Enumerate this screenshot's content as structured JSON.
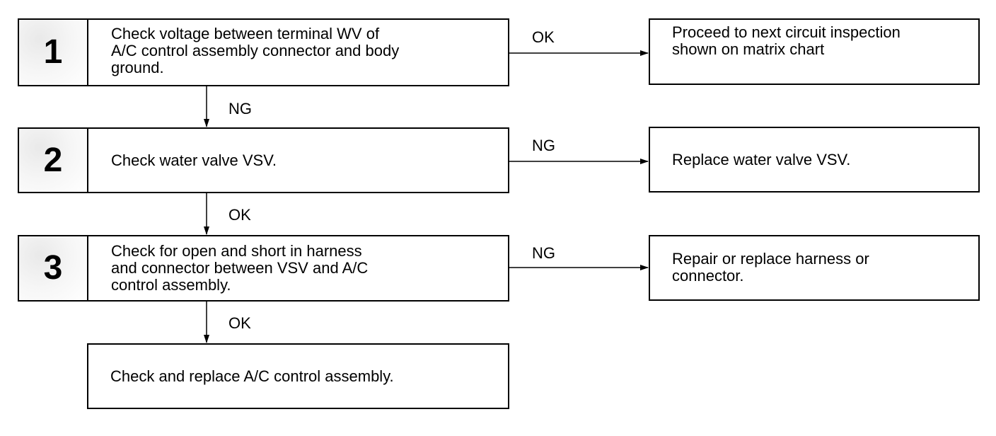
{
  "steps": [
    {
      "number": "1",
      "text": "Check voltage between terminal WV of\nA/C control assembly connector and body\nground."
    },
    {
      "number": "2",
      "text": "Check water valve VSV."
    },
    {
      "number": "3",
      "text": "Check for open and short in harness\nand connector between VSV and A/C\ncontrol assembly."
    }
  ],
  "results": [
    {
      "text": "Proceed to next circuit inspection\nshown on matrix chart"
    },
    {
      "text": "Replace water valve VSV."
    },
    {
      "text": "Repair or replace harness or\nconnector."
    }
  ],
  "final": {
    "text": "Check and replace A/C control assembly."
  },
  "labels": {
    "step1_right": "OK",
    "step1_down": "NG",
    "step2_right": "NG",
    "step2_down": "OK",
    "step3_right": "NG",
    "step3_down": "OK"
  }
}
